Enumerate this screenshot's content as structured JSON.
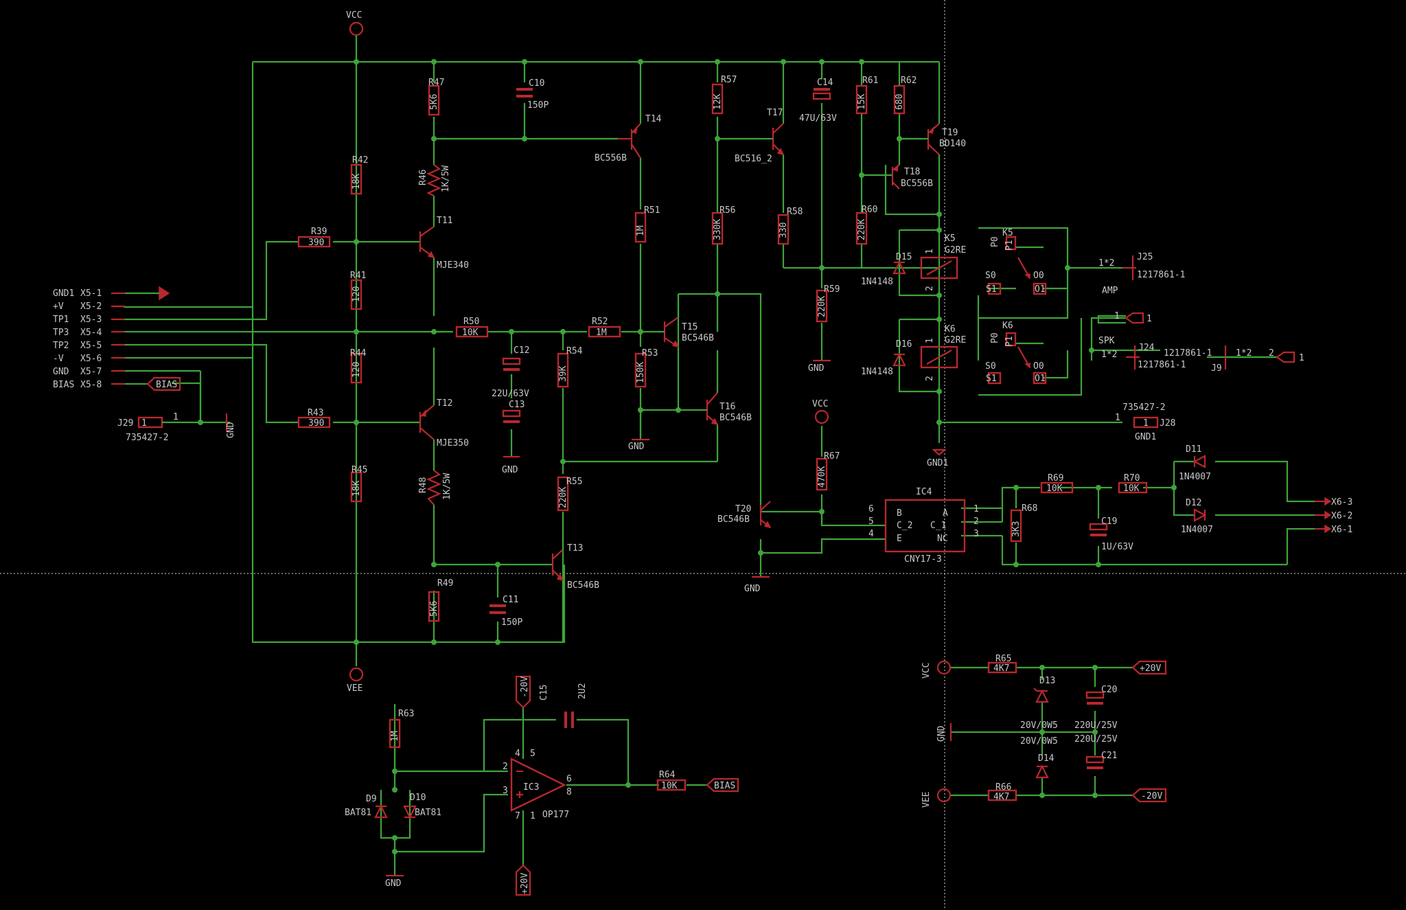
{
  "schematic": {
    "title": "",
    "power": {
      "vcc_top": "VCC",
      "vee_bottom": "VEE",
      "vcc_mid": "VCC",
      "vcc_left": "VCC",
      "vee_left": "VEE"
    },
    "connectors": {
      "x5": [
        {
          "net": "GND1",
          "pin": "X5-1"
        },
        {
          "net": "+V",
          "pin": "X5-2"
        },
        {
          "net": "TP1",
          "pin": "X5-3"
        },
        {
          "net": "TP3",
          "pin": "X5-4"
        },
        {
          "net": "TP2",
          "pin": "X5-5"
        },
        {
          "net": "-V",
          "pin": "X5-6"
        },
        {
          "net": "GND",
          "pin": "X5-7"
        },
        {
          "net": "BIAS",
          "pin": "X5-8"
        }
      ],
      "x6": [
        "X6-3",
        "X6-2",
        "X6-1"
      ],
      "j29": {
        "name": "J29",
        "pin": "1",
        "label": "1",
        "part": "735427-2"
      },
      "j28": {
        "name": "J28",
        "pin": "1",
        "label": "1",
        "part": "735427-2"
      },
      "j25": {
        "name": "J25",
        "pin": "1*2",
        "part": "1217861-1"
      },
      "j24": {
        "name": "J24",
        "pin": "1*2",
        "part": "1217861-1",
        "part2": "1217861-1"
      },
      "j9": {
        "name": "J9",
        "pin": "1*2",
        "n2": "2"
      },
      "amp": "AMP",
      "spk": "SPK",
      "ports": {
        "bias1": "BIAS",
        "bias2": "BIAS",
        "p20v": "+20V",
        "m20v": "-20V",
        "one1": "1",
        "one2": "1",
        "one3": "1"
      }
    },
    "resistors": [
      {
        "name": "R47",
        "value": "5K6"
      },
      {
        "name": "R46",
        "value": "1K/5W"
      },
      {
        "name": "R42",
        "value": "18K"
      },
      {
        "name": "R39",
        "value": "390"
      },
      {
        "name": "R41",
        "value": "120"
      },
      {
        "name": "R50",
        "value": "10K"
      },
      {
        "name": "R52",
        "value": "1M"
      },
      {
        "name": "R44",
        "value": "120"
      },
      {
        "name": "R43",
        "value": "390"
      },
      {
        "name": "R45",
        "value": "18K"
      },
      {
        "name": "R48",
        "value": "1K/5W"
      },
      {
        "name": "R49",
        "value": "5K6"
      },
      {
        "name": "R51",
        "value": "1M"
      },
      {
        "name": "R53",
        "value": "150K"
      },
      {
        "name": "R54",
        "value": "39K"
      },
      {
        "name": "R55",
        "value": "220K"
      },
      {
        "name": "R57",
        "value": "12K"
      },
      {
        "name": "R56",
        "value": "330K"
      },
      {
        "name": "R58",
        "value": "330"
      },
      {
        "name": "R59",
        "value": "220K"
      },
      {
        "name": "R61",
        "value": "15K"
      },
      {
        "name": "R60",
        "value": "220K"
      },
      {
        "name": "R62",
        "value": "680"
      },
      {
        "name": "R67",
        "value": "470K"
      },
      {
        "name": "R68",
        "value": "3K3"
      },
      {
        "name": "R69",
        "value": "10K"
      },
      {
        "name": "R70",
        "value": "10K"
      },
      {
        "name": "R63",
        "value": "1M"
      },
      {
        "name": "R64",
        "value": "10K"
      },
      {
        "name": "R65",
        "value": "4K7"
      },
      {
        "name": "R66",
        "value": "4K7"
      }
    ],
    "capacitors": [
      {
        "name": "C10",
        "value": "150P"
      },
      {
        "name": "C14",
        "value": "47U/63V"
      },
      {
        "name": "C12",
        "value": "22U/63V"
      },
      {
        "name": "C13",
        "value": ""
      },
      {
        "name": "C11",
        "value": "150P"
      },
      {
        "name": "C19",
        "value": "1U/63V"
      },
      {
        "name": "C15",
        "value": "2U2"
      },
      {
        "name": "C20",
        "value": "220U/25V"
      },
      {
        "name": "C21",
        "value": "220U/25V"
      }
    ],
    "transistors": [
      {
        "name": "T14",
        "part": "BC556B"
      },
      {
        "name": "T11",
        "part": "MJE340"
      },
      {
        "name": "T12",
        "part": "MJE350"
      },
      {
        "name": "T13",
        "part": "BC546B"
      },
      {
        "name": "T15",
        "part": "BC546B"
      },
      {
        "name": "T16",
        "part": "BC546B"
      },
      {
        "name": "T17",
        "part": "BC516_2"
      },
      {
        "name": "T18",
        "part": "BC556B"
      },
      {
        "name": "T19",
        "part": "BD140"
      },
      {
        "name": "T20",
        "part": "BC546B"
      }
    ],
    "diodes": [
      {
        "name": "D15",
        "part": "1N4148"
      },
      {
        "name": "D16",
        "part": "1N4148"
      },
      {
        "name": "D11",
        "part": "1N4007"
      },
      {
        "name": "D12",
        "part": "1N4007"
      },
      {
        "name": "D9",
        "part": "BAT81"
      },
      {
        "name": "D10",
        "part": "BAT81"
      },
      {
        "name": "D13",
        "part": "20V/0W5"
      },
      {
        "name": "D14",
        "part": "20V/0W5"
      }
    ],
    "relays": [
      {
        "name": "K5",
        "part": "G2RE",
        "contact": "K5",
        "p0": "P0",
        "p1": "P1",
        "s0": "S0",
        "s1": "S1",
        "o0": "O0",
        "o1": "O1",
        "c1": "1",
        "c2": "2"
      },
      {
        "name": "K6",
        "part": "G2RE",
        "contact": "K6",
        "p0": "P0",
        "p1": "P1",
        "s0": "S0",
        "s1": "S1",
        "o0": "O0",
        "o1": "O1",
        "c1": "1",
        "c2": "2"
      }
    ],
    "ic4": {
      "name": "IC4",
      "part": "CNY17-3",
      "pins": {
        "p6": "6",
        "p5": "5",
        "p4": "4",
        "p1": "1",
        "p2": "2",
        "p3": "3"
      },
      "labels": {
        "b": "B",
        "c2": "C_2",
        "e": "E",
        "a": "A",
        "c1": "C_1",
        "nc": "NC"
      }
    },
    "ic3": {
      "name": "IC3",
      "part": "OP177",
      "pins": {
        "p2": "2",
        "p3": "3",
        "p4": "4",
        "p5": "5",
        "p6": "6",
        "p8": "8",
        "p7": "7",
        "p1": "1"
      }
    },
    "gnd": {
      "label": "GND",
      "gnd1": "GND1"
    }
  },
  "colors": {
    "wire": "#3fa33a",
    "part": "#b8282e",
    "text": "#c8c8c8",
    "background": "#000000"
  }
}
